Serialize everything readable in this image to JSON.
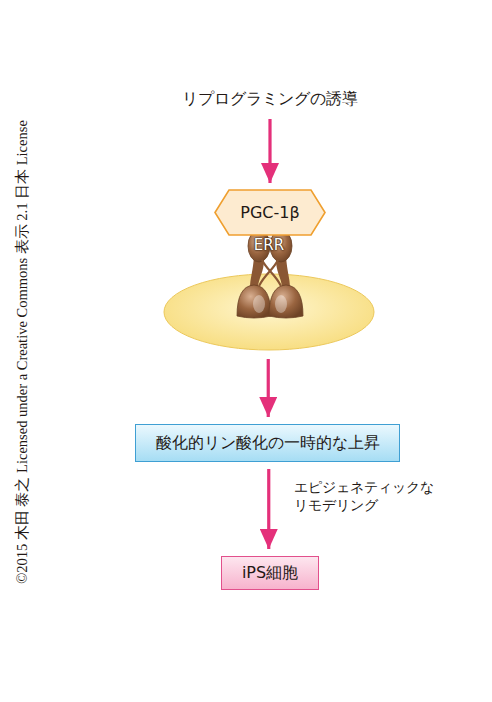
{
  "diagram": {
    "nodes": [
      {
        "text": [
          "リプログラミングの誘導"
        ]
      },
      {
        "text": [
          "PGC-1β"
        ]
      },
      {
        "text": [
          "ERR"
        ]
      },
      {
        "text": [
          "酸化的リン酸化の一時的な上昇"
        ]
      },
      {
        "text": [
          "iPS細胞"
        ]
      }
    ],
    "edges": [
      {
        "from": 0,
        "to": 1,
        "arrow": "to"
      },
      {
        "from": 2,
        "to": 3,
        "arrow": "to"
      },
      {
        "from": 3,
        "to": 4,
        "label": "エピジェネティックな リモデリング",
        "arrow": "to"
      }
    ],
    "labels": [
      "©2015 木田 泰之 Licensed under a Creative Commons 表示 2.1 日本 License"
    ]
  }
}
